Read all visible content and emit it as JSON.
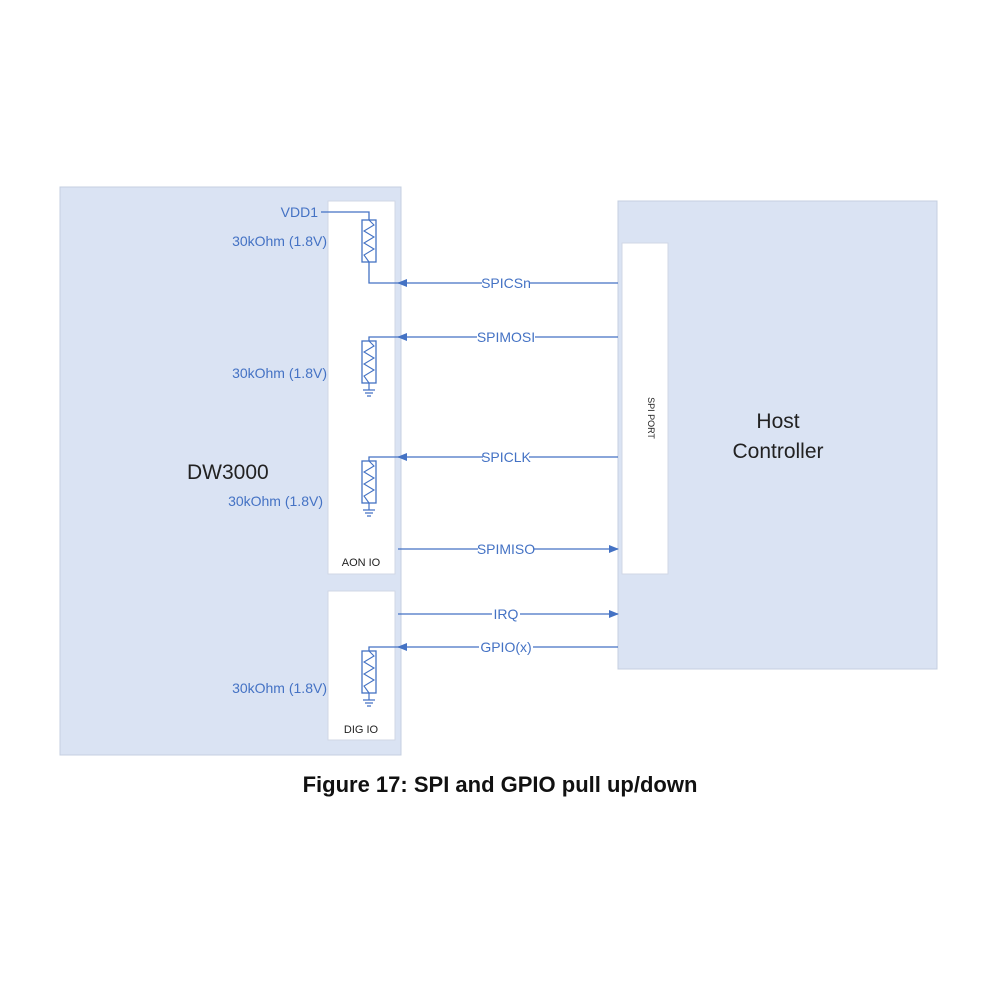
{
  "colors": {
    "block_fill": "#dae3f3",
    "block_stroke": "#c5cfe0",
    "wire": "#4472c4",
    "label": "#4472c4",
    "io_box": "#ffffff"
  },
  "dw3000": {
    "label": "DW3000",
    "aon_io_label": "AON IO",
    "dig_io_label": "DIG IO",
    "vdd_label": "VDD1",
    "resistor_labels": [
      "30kOhm (1.8V)",
      "30kOhm (1.8V)",
      "30kOhm (1.8V)",
      "30kOhm (1.8V)"
    ]
  },
  "host": {
    "label_line1": "Host",
    "label_line2": "Controller",
    "spi_port_label": "SPI PORT"
  },
  "signals": [
    {
      "name": "SPICSn",
      "direction": "to-dw3000"
    },
    {
      "name": "SPIMOSI",
      "direction": "to-dw3000"
    },
    {
      "name": "SPICLK",
      "direction": "to-dw3000"
    },
    {
      "name": "SPIMISO",
      "direction": "to-host"
    },
    {
      "name": "IRQ",
      "direction": "to-host"
    },
    {
      "name": "GPIO(x)",
      "direction": "to-dw3000"
    }
  ],
  "caption": "Figure 17: SPI and GPIO pull up/down"
}
